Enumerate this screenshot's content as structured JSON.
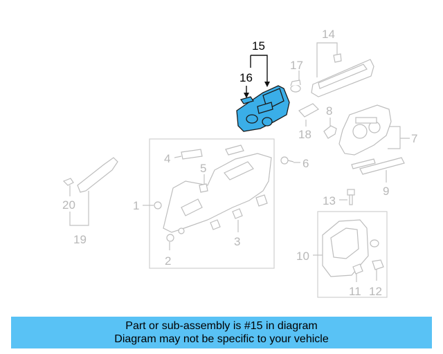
{
  "callouts": {
    "c1": "1",
    "c2": "2",
    "c3": "3",
    "c4": "4",
    "c5": "5",
    "c6": "6",
    "c7": "7",
    "c8": "8",
    "c9": "9",
    "c10": "10",
    "c11": "11",
    "c12": "12",
    "c13": "13",
    "c14": "14",
    "c15": "15",
    "c16": "16",
    "c17": "17",
    "c18": "18",
    "c19": "19",
    "c20": "20"
  },
  "highlight": {
    "part_number": "15",
    "color": "#3aaee8"
  },
  "banner": {
    "line1": "Part or sub-assembly is #15 in diagram",
    "line2": "Diagram may not be specific to your vehicle",
    "background": "#59c2f5"
  }
}
